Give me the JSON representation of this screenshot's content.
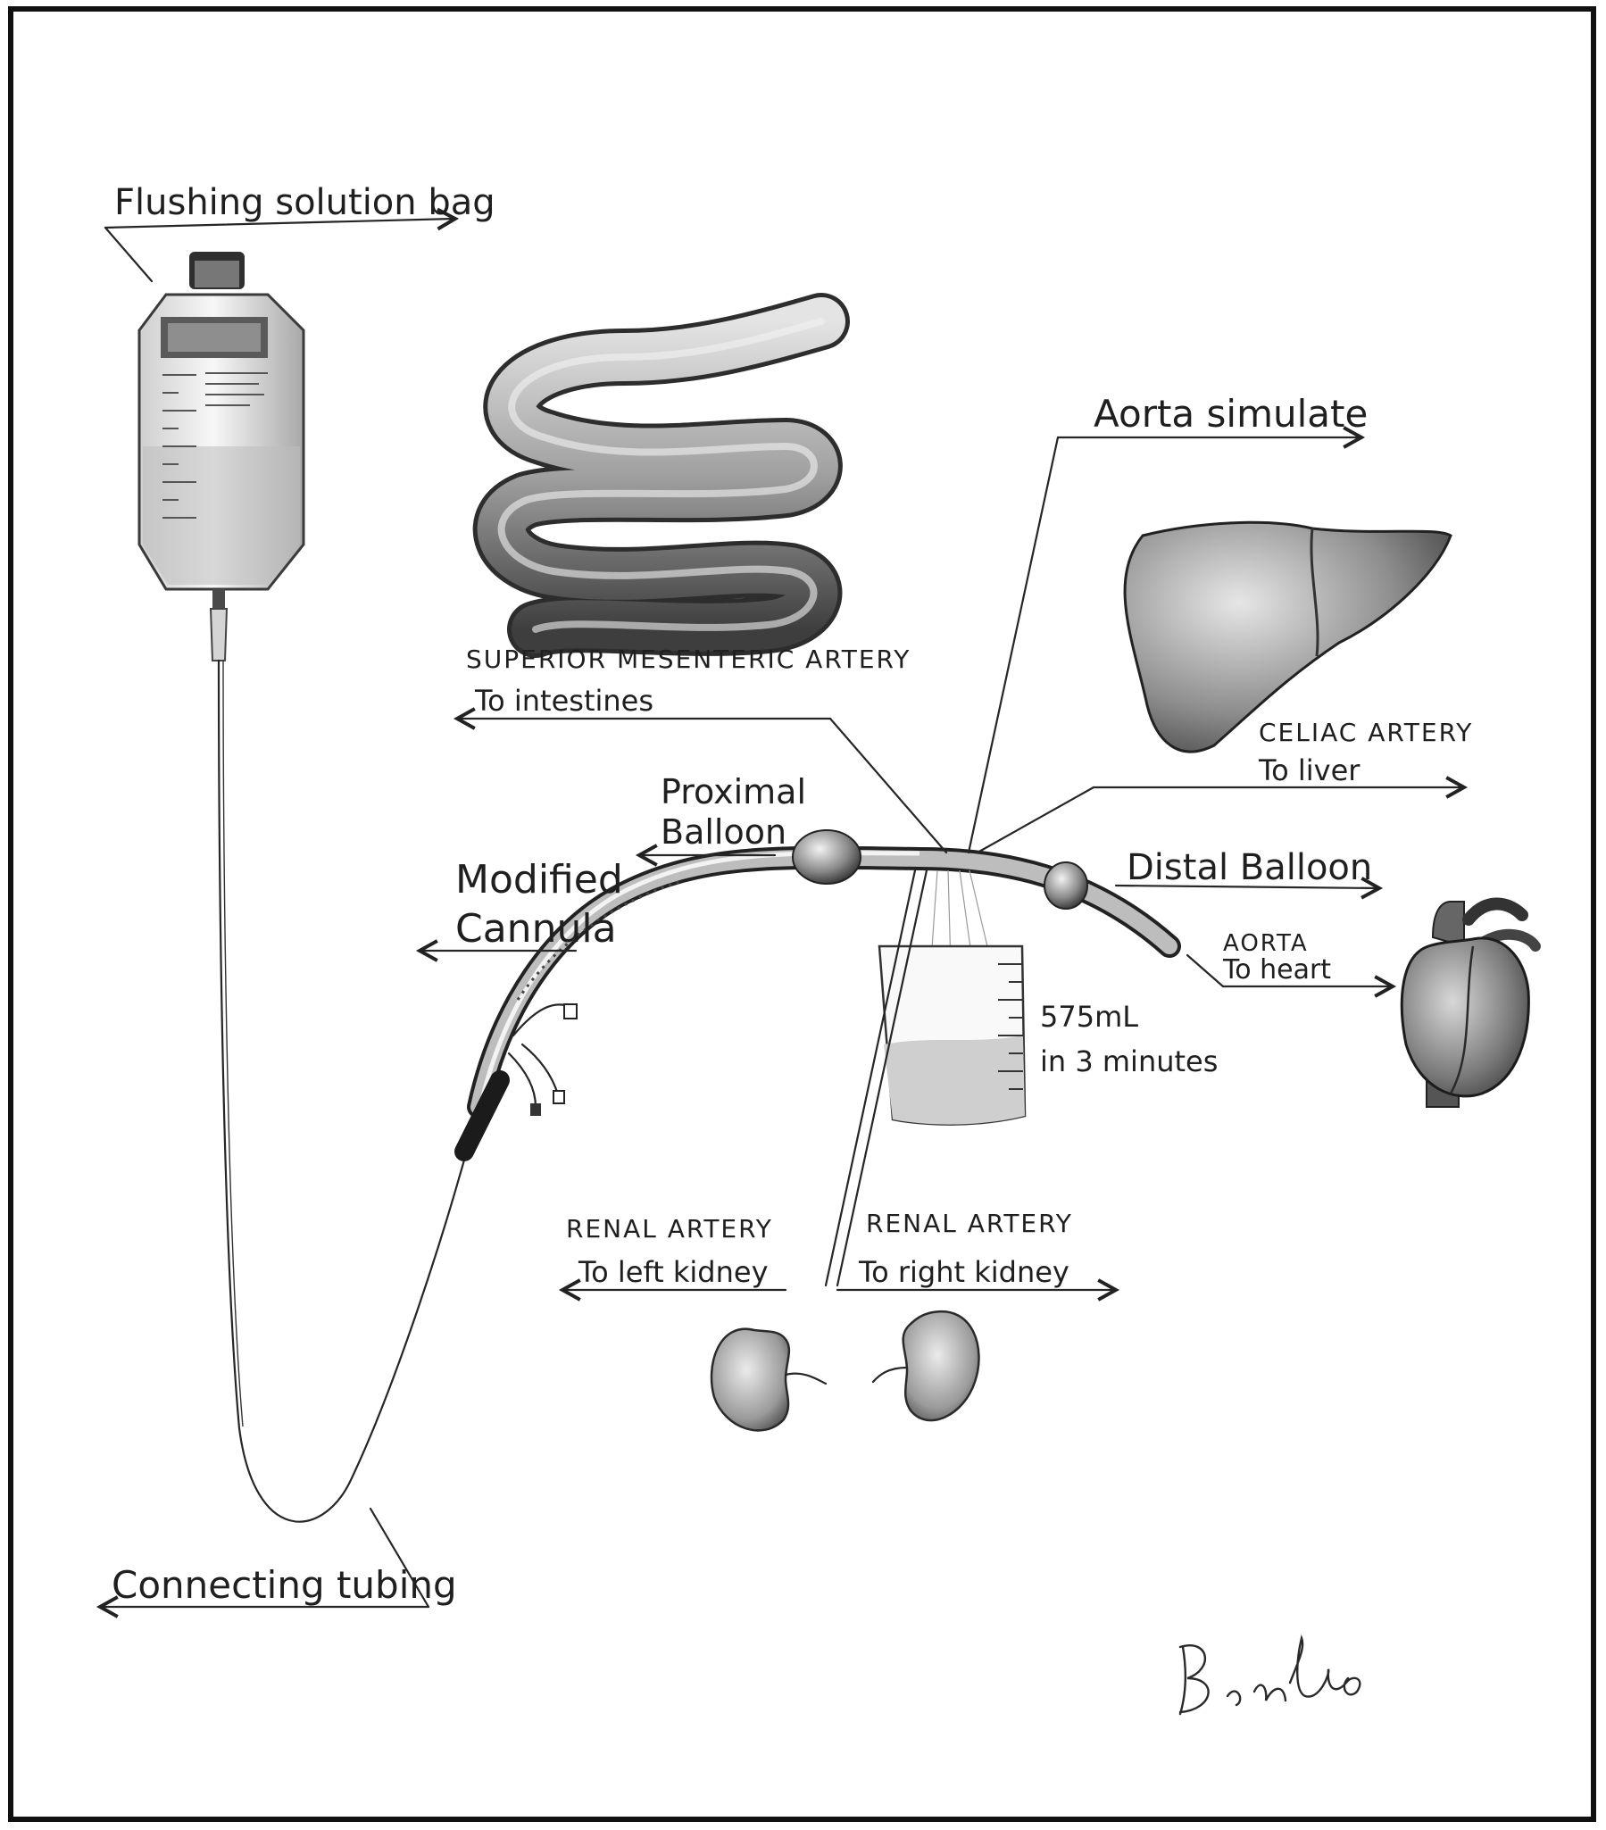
{
  "labels": {
    "flushing_bag": "Flushing solution bag",
    "aorta_simulate": "Aorta simulate",
    "sma": "SUPERIOR MESENTERIC ARTERY",
    "sma_sub": "To intestines",
    "celiac": "CELIAC ARTERY",
    "celiac_sub": "To liver",
    "proximal_balloon_1": "Proximal",
    "proximal_balloon_2": "Balloon",
    "modified_cannula_1": "Modified",
    "modified_cannula_2": "Cannula",
    "distal_balloon": "Distal Balloon",
    "aorta": "AORTA",
    "aorta_sub": "To heart",
    "volume": "575mL",
    "volume_time": "in 3 minutes",
    "renal_left": "RENAL ARTERY",
    "renal_left_sub": "To left kidney",
    "renal_right": "RENAL ARTERY",
    "renal_right_sub": "To right kidney",
    "connecting_tubing": "Connecting tubing"
  },
  "signature": "BenLuo",
  "colors": {
    "ink": "#1f1f1f",
    "paper": "#ffffff",
    "shade_dark": "#4a4a4a",
    "shade_mid": "#8a8a8a",
    "shade_light": "#cfcfcf"
  },
  "icons": {
    "bag": "iv-bag-icon",
    "intestine": "intestine-icon",
    "liver": "liver-icon",
    "heart": "heart-icon",
    "kidney": "kidney-icon",
    "beaker": "beaker-icon"
  }
}
